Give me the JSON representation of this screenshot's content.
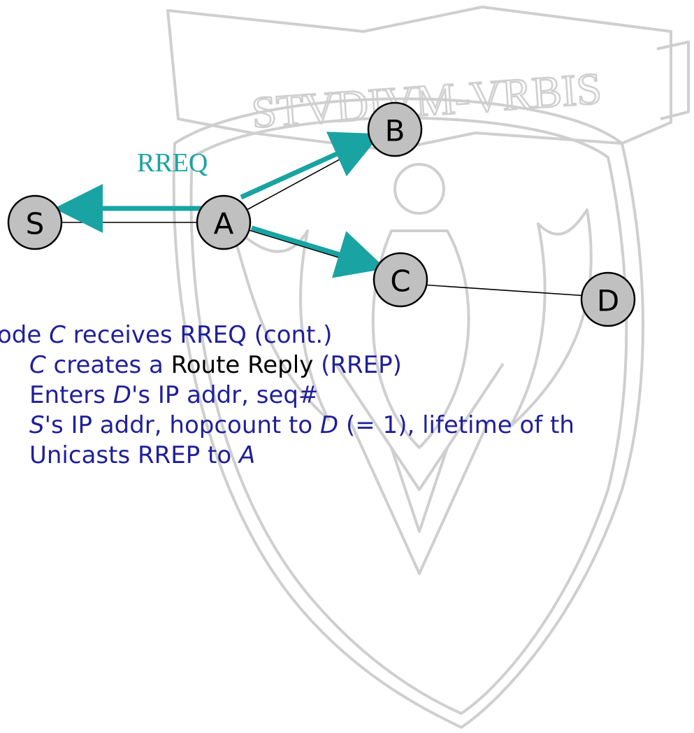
{
  "colors": {
    "accent_teal": "#1aa3a3",
    "text_blue": "#1f1f9a",
    "text_teal": "#2f8f9a",
    "node_fill": "#c0c0c0",
    "seal_stroke": "#cfcfcf"
  },
  "seal": {
    "motto": "STVDIVM-VRBIS"
  },
  "diagram": {
    "rreq_label": "RREQ",
    "nodes": {
      "S": "S",
      "A": "A",
      "B": "B",
      "C": "C",
      "D": "D"
    }
  },
  "text": {
    "line1": {
      "prefix": "ode ",
      "node": "C",
      "rest": " receives RREQ (cont.)"
    },
    "line2": {
      "node": "C",
      "mid": " creates a ",
      "route_reply": "Route Reply",
      "rrep": " (RREP)"
    },
    "line3": {
      "prefix": "Enters ",
      "node": "D",
      "suffix": "'s IP addr, seq#"
    },
    "line4": {
      "node_s": "S",
      "part1": "'s IP addr, hopcount to ",
      "node_d": "D",
      "part2": " (= 1), lifetime of th"
    },
    "line5": {
      "prefix": "Unicasts RREP to ",
      "node": "A"
    }
  }
}
